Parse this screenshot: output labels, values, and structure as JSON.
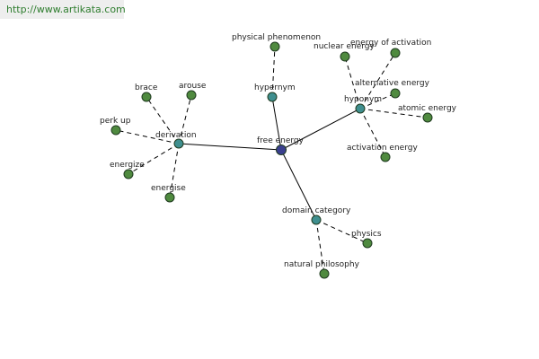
{
  "watermark": {
    "text": "http://www.artikata.com"
  },
  "colors": {
    "center": "#3a3f8f",
    "relation": "#3f8f8f",
    "leaf": "#4f8a3f",
    "edge": "#000000"
  },
  "nodes": [
    {
      "id": "free_energy",
      "label": "free energy",
      "kind": "center"
    },
    {
      "id": "hypernym",
      "label": "hypernym",
      "kind": "relation"
    },
    {
      "id": "hyponym",
      "label": "hyponym",
      "kind": "relation"
    },
    {
      "id": "derivation",
      "label": "derivation",
      "kind": "relation"
    },
    {
      "id": "domain_category",
      "label": "domain category",
      "kind": "relation"
    },
    {
      "id": "physical_phenomenon",
      "label": "physical phenomenon",
      "kind": "leaf"
    },
    {
      "id": "nuclear_energy",
      "label": "nuclear energy",
      "kind": "leaf"
    },
    {
      "id": "energy_of_activation",
      "label": "energy of activation",
      "kind": "leaf"
    },
    {
      "id": "alternative_energy",
      "label": "alternative energy",
      "kind": "leaf"
    },
    {
      "id": "atomic_energy",
      "label": "atomic energy",
      "kind": "leaf"
    },
    {
      "id": "activation_energy",
      "label": "activation energy",
      "kind": "leaf"
    },
    {
      "id": "brace",
      "label": "brace",
      "kind": "leaf"
    },
    {
      "id": "arouse",
      "label": "arouse",
      "kind": "leaf"
    },
    {
      "id": "perk_up",
      "label": "perk up",
      "kind": "leaf"
    },
    {
      "id": "energize",
      "label": "energize",
      "kind": "leaf"
    },
    {
      "id": "energise",
      "label": "energise",
      "kind": "leaf"
    },
    {
      "id": "physics",
      "label": "physics",
      "kind": "leaf"
    },
    {
      "id": "natural_philosophy",
      "label": "natural philosophy",
      "kind": "leaf"
    }
  ],
  "edges": [
    {
      "from": "free_energy",
      "to": "hypernym",
      "style": "solid"
    },
    {
      "from": "free_energy",
      "to": "hyponym",
      "style": "solid"
    },
    {
      "from": "free_energy",
      "to": "derivation",
      "style": "solid"
    },
    {
      "from": "free_energy",
      "to": "domain_category",
      "style": "solid"
    },
    {
      "from": "hypernym",
      "to": "physical_phenomenon",
      "style": "dashed"
    },
    {
      "from": "hyponym",
      "to": "nuclear_energy",
      "style": "dashed"
    },
    {
      "from": "hyponym",
      "to": "energy_of_activation",
      "style": "dashed"
    },
    {
      "from": "hyponym",
      "to": "alternative_energy",
      "style": "dashed"
    },
    {
      "from": "hyponym",
      "to": "atomic_energy",
      "style": "dashed"
    },
    {
      "from": "hyponym",
      "to": "activation_energy",
      "style": "dashed"
    },
    {
      "from": "derivation",
      "to": "brace",
      "style": "dashed"
    },
    {
      "from": "derivation",
      "to": "arouse",
      "style": "dashed"
    },
    {
      "from": "derivation",
      "to": "perk_up",
      "style": "dashed"
    },
    {
      "from": "derivation",
      "to": "energize",
      "style": "dashed"
    },
    {
      "from": "derivation",
      "to": "energise",
      "style": "dashed"
    },
    {
      "from": "domain_category",
      "to": "physics",
      "style": "dashed"
    },
    {
      "from": "domain_category",
      "to": "natural_philosophy",
      "style": "dashed"
    }
  ]
}
